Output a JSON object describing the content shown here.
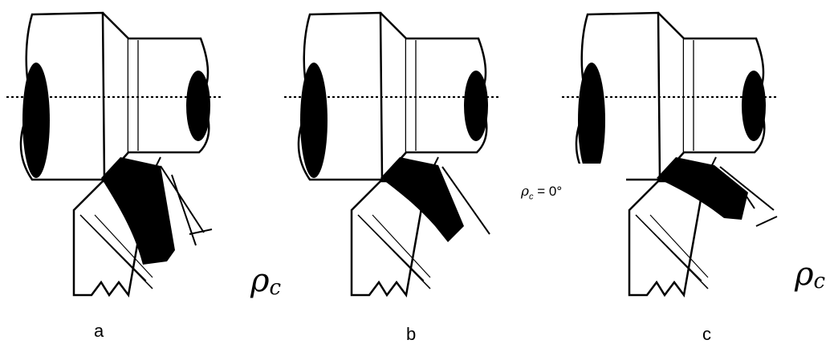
{
  "labels": {
    "rho_symbol": "ρ",
    "rho_subscript": "c",
    "rho_zero_value": "= 0°"
  },
  "captions": [
    "a",
    "b",
    "c"
  ]
}
